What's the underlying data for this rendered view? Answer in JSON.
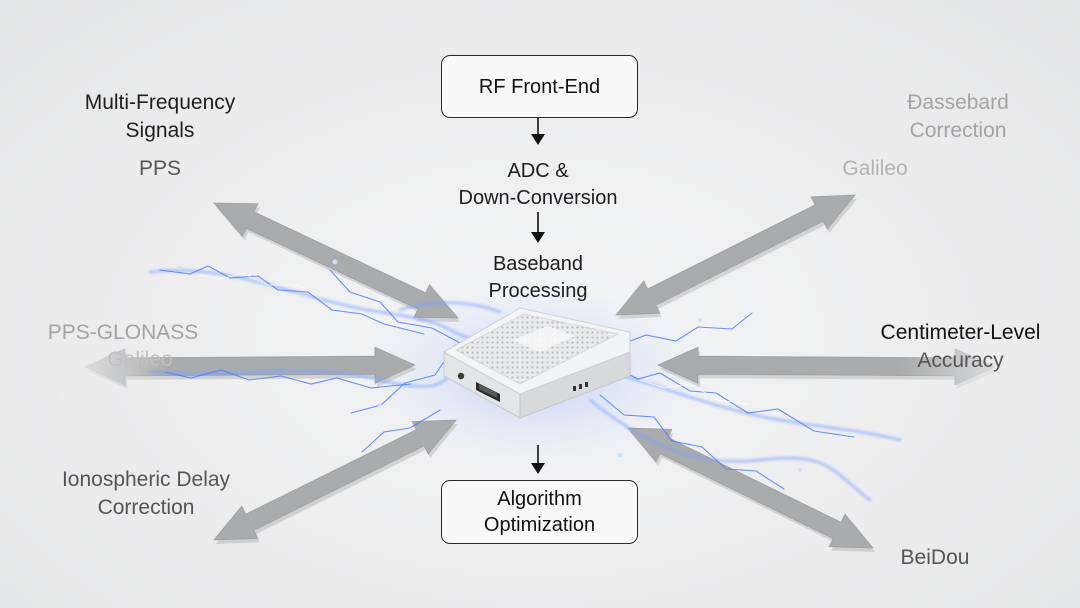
{
  "pipeline": {
    "rf_front_end": "RF Front-End",
    "adc_line1": "ADC &",
    "adc_line2": "Down-Conversion",
    "baseband_line1": "Baseband",
    "baseband_line2": "Processing",
    "algorithm_line1": "Algorithm",
    "algorithm_line2": "Optimization"
  },
  "left_labels": {
    "multi_freq_line1": "Multi-Frequency",
    "multi_freq_line2": "Signals",
    "pps": "PPS",
    "pps_glonass": "PPS-GLONASS",
    "galileo": "Galileo",
    "iono_line1": "Ionospheric Delay",
    "iono_line2": "Correction"
  },
  "right_labels": {
    "bassebard_line1": "Đassebard",
    "bassebard_line2": "Correction",
    "galileo": "Galileo",
    "cm_line1": "Centimeter-Level",
    "cm_line2": "Accuracy",
    "beidou": "BeiDou"
  },
  "colors": {
    "arrow_gray": "#a9abad",
    "glow_blue": "#5b8cff",
    "box_border": "#2a2a2a",
    "device_white": "#f3f4f5"
  },
  "icons": {
    "device": "gnss-receiver-module-icon"
  }
}
